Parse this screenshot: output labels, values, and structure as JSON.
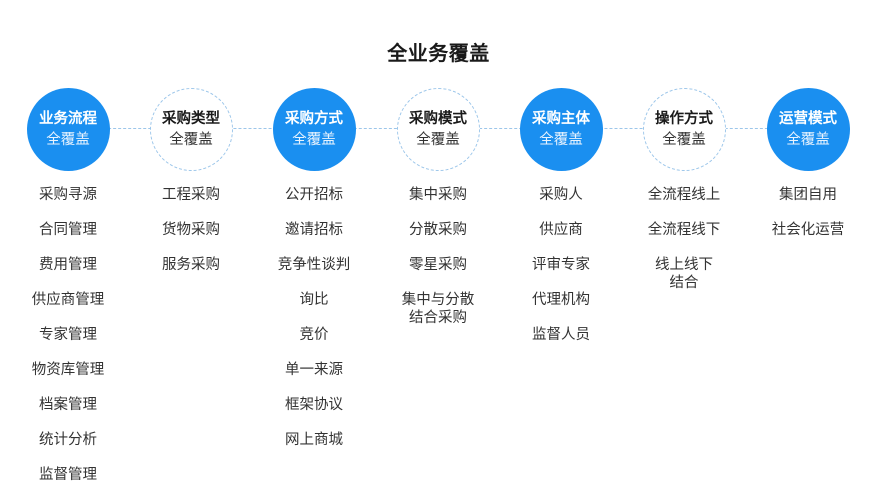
{
  "title": "全业务覆盖",
  "colors": {
    "accent": "#1a8ff0",
    "dashed_border": "#9cc6ea",
    "text": "#333333",
    "title": "#1a1a1a"
  },
  "columns": [
    {
      "title": "业务流程",
      "subtitle": "全覆盖",
      "style": "solid",
      "items": [
        "采购寻源",
        "合同管理",
        "费用管理",
        "供应商管理",
        "专家管理",
        "物资库管理",
        "档案管理",
        "统计分析",
        "监督管理"
      ]
    },
    {
      "title": "采购类型",
      "subtitle": "全覆盖",
      "style": "dashed",
      "items": [
        "工程采购",
        "货物采购",
        "服务采购"
      ]
    },
    {
      "title": "采购方式",
      "subtitle": "全覆盖",
      "style": "solid",
      "items": [
        "公开招标",
        "邀请招标",
        "竞争性谈判",
        "询比",
        "竞价",
        "单一来源",
        "框架协议",
        "网上商城"
      ]
    },
    {
      "title": "采购模式",
      "subtitle": "全覆盖",
      "style": "dashed",
      "items": [
        "集中采购",
        "分散采购",
        "零星采购",
        "集中与分散\n结合采购"
      ]
    },
    {
      "title": "采购主体",
      "subtitle": "全覆盖",
      "style": "solid",
      "items": [
        "采购人",
        "供应商",
        "评审专家",
        "代理机构",
        "监督人员"
      ]
    },
    {
      "title": "操作方式",
      "subtitle": "全覆盖",
      "style": "dashed",
      "items": [
        "全流程线上",
        "全流程线下",
        "线上线下\n结合"
      ]
    },
    {
      "title": "运营模式",
      "subtitle": "全覆盖",
      "style": "solid",
      "items": [
        "集团自用",
        "社会化运营"
      ]
    }
  ]
}
